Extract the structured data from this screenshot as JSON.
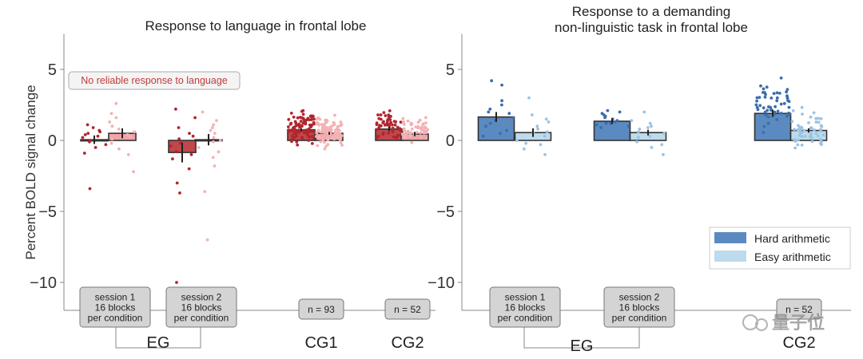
{
  "watermark": "量子位",
  "chart_data": [
    {
      "type": "bar",
      "title": "Response to language in frontal lobe",
      "ylabel": "Percent BOLD signal change",
      "ylim": [
        -12,
        7.5
      ],
      "yticks": [
        5,
        0,
        -5,
        -10
      ],
      "grid": false,
      "annotation": "No reliable response to language",
      "groups": [
        {
          "label": "EG",
          "boxes": [
            {
              "text": [
                "session 1",
                "16 blocks",
                "per condition"
              ]
            },
            {
              "text": [
                "session 2",
                "16 blocks",
                "per condition"
              ]
            }
          ]
        },
        {
          "label": "CG1",
          "boxes": [
            {
              "text": [
                "n = 93"
              ]
            }
          ]
        },
        {
          "label": "CG2",
          "boxes": [
            {
              "text": [
                "n = 52"
              ]
            }
          ]
        }
      ],
      "categories": [
        "EG session 1",
        "EG session 2",
        "CG1",
        "CG2"
      ],
      "series": [
        {
          "color": "#c0474c",
          "light": "#e08a8e",
          "values": [
            0.05,
            -0.85,
            0.75,
            0.8
          ],
          "errors": [
            0.3,
            0.7,
            0.12,
            0.15
          ]
        },
        {
          "color": "#f0a5a8",
          "light": "#f3b2b5",
          "values": [
            0.5,
            0.05,
            0.5,
            0.45
          ],
          "errors": [
            0.35,
            0.4,
            0.1,
            0.15
          ]
        }
      ],
      "points": {
        "EG session 1": {
          "a": [
            1.1,
            0.9,
            0.6,
            0.4,
            0.2,
            0.0,
            -0.3,
            -0.5,
            -0.9,
            -3.4,
            0.7,
            0.3,
            -0.1,
            0.5
          ],
          "b": [
            2.6,
            1.6,
            1.3,
            1.0,
            0.8,
            0.6,
            0.3,
            0.1,
            -0.2,
            -0.6,
            -1.0,
            -2.2,
            1.9,
            0.4
          ]
        },
        "EG session 2": {
          "a": [
            2.2,
            1.6,
            0.9,
            0.5,
            0.1,
            -0.4,
            -0.8,
            -1.3,
            -2.0,
            -3.0,
            -3.7,
            -10.0,
            0.3,
            -0.2,
            -1.0
          ],
          "b": [
            2.0,
            1.4,
            0.9,
            0.5,
            0.2,
            -0.1,
            -0.5,
            -1.2,
            -1.8,
            -3.6,
            -7.0,
            0.7,
            1.1,
            -0.8,
            0.0
          ]
        },
        "CG1": {
          "a_range": [
            -0.7,
            2.5
          ],
          "b_range": [
            -0.8,
            2.0
          ],
          "n": 93
        },
        "CG2": {
          "a_range": [
            -0.6,
            2.8
          ],
          "b_range": [
            -0.5,
            2.0
          ],
          "n": 52
        }
      }
    },
    {
      "type": "bar",
      "title": [
        "Response to a demanding",
        "non-linguistic task in frontal lobe"
      ],
      "ylim": [
        -12,
        7.5
      ],
      "yticks": [
        5,
        0,
        -5,
        -10
      ],
      "grid": false,
      "legend": {
        "position": "bottom-right",
        "entries": [
          "Hard arithmetic",
          "Easy arithmetic"
        ]
      },
      "groups": [
        {
          "label": "EG",
          "boxes": [
            {
              "text": [
                "session 1",
                "16 blocks",
                "per condition"
              ]
            },
            {
              "text": [
                "session 2",
                "16 blocks",
                "per condition"
              ]
            }
          ]
        },
        {
          "label": "CG2",
          "boxes": [
            {
              "text": [
                "n = 52"
              ]
            }
          ]
        }
      ],
      "categories": [
        "EG session 1",
        "EG session 2",
        "CG2"
      ],
      "series": [
        {
          "name": "Hard arithmetic",
          "color": "#5b8ac0",
          "light": "#4a78b0",
          "values": [
            1.65,
            1.35,
            1.9
          ],
          "errors": [
            0.35,
            0.2,
            0.25
          ]
        },
        {
          "name": "Easy arithmetic",
          "color": "#bcdbec",
          "light": "#9cc3e2",
          "values": [
            0.55,
            0.55,
            0.7
          ],
          "errors": [
            0.3,
            0.2,
            0.15
          ]
        }
      ],
      "points": {
        "EG session 1": {
          "a": [
            4.2,
            3.9,
            2.8,
            2.5,
            2.2,
            1.9,
            1.6,
            1.4,
            1.2,
            1.0,
            0.7,
            0.5,
            0.3,
            2.0
          ],
          "b": [
            3.0,
            1.8,
            1.3,
            1.0,
            0.8,
            0.5,
            0.3,
            0.0,
            -0.2,
            -0.6,
            -1.0,
            0.6,
            1.5,
            -0.3
          ]
        },
        "EG session 2": {
          "a": [
            2.1,
            1.9,
            1.7,
            1.6,
            1.4,
            1.3,
            1.2,
            1.1,
            1.0,
            0.9,
            1.5,
            1.8,
            2.0,
            1.2
          ],
          "b": [
            2.0,
            1.4,
            1.0,
            0.8,
            0.5,
            0.2,
            -0.1,
            -0.5,
            -1.0,
            0.6,
            1.2,
            0.3,
            0.9,
            -0.3
          ]
        },
        "CG2": {
          "a_range": [
            -0.2,
            4.9
          ],
          "b_range": [
            -1.4,
            2.9
          ],
          "n": 52
        }
      }
    }
  ]
}
